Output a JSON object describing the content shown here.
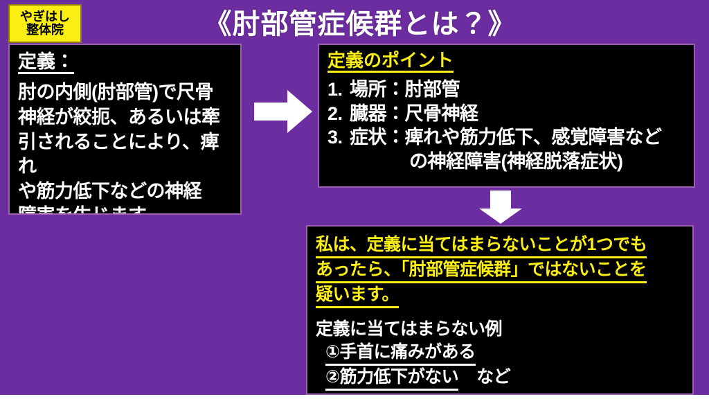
{
  "slide": {
    "background_color": "#6C2DA0",
    "title": "《肘部管症候群とは？》"
  },
  "logo": {
    "line1": "やぎはし",
    "line2": "整体院",
    "background_color": "#FAEE14",
    "text_color": "#000000"
  },
  "definition_panel": {
    "heading": "定義：",
    "body_lines": [
      "肘の内側(肘部管)で尺骨",
      "神経が絞扼、あるいは牽",
      "引されることにより、痺れ",
      "や筋力低下などの神経",
      "障害を生じます。"
    ]
  },
  "points_panel": {
    "heading": "定義のポイント",
    "heading_color": "#FAEE14",
    "items": [
      {
        "number": "1.",
        "text": "場所：肘部管"
      },
      {
        "number": "2.",
        "text": "臓器：尺骨神経"
      },
      {
        "number": "3.",
        "text": "症状：痺れや筋力低下、感覚障害など"
      }
    ],
    "continuation": "の神経障害(神経脱落症状)"
  },
  "conclusion_panel": {
    "highlight_color": "#FAEE14",
    "highlight_lines": [
      "私は、定義に当てはまらないことが1つでも",
      "あったら、「肘部管症候群」ではないことを",
      "疑います。"
    ],
    "subheading": "定義に当てはまらない例",
    "examples": [
      {
        "text": "①手首に痛みがある",
        "tail": ""
      },
      {
        "text": "②筋力低下がない",
        "tail": "など"
      }
    ]
  },
  "arrows": {
    "right": "arrow-right-icon",
    "down": "arrow-down-icon",
    "color": "#FFFFFF"
  }
}
